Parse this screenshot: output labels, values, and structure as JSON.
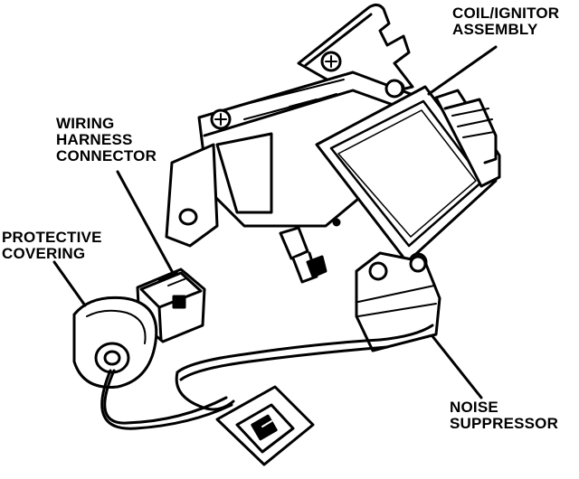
{
  "diagram": {
    "labels": {
      "coil_ignitor_assembly": "COIL/IGNITOR\nASSEMBLY",
      "wiring_harness_connector": "WIRING\nHARNESS\nCONNECTOR",
      "protective_covering": "PROTECTIVE\nCOVERING",
      "noise_suppressor": "NOISE\nSUPPRESSOR"
    },
    "colors": {
      "ink": "#000000",
      "paper": "#ffffff"
    }
  }
}
